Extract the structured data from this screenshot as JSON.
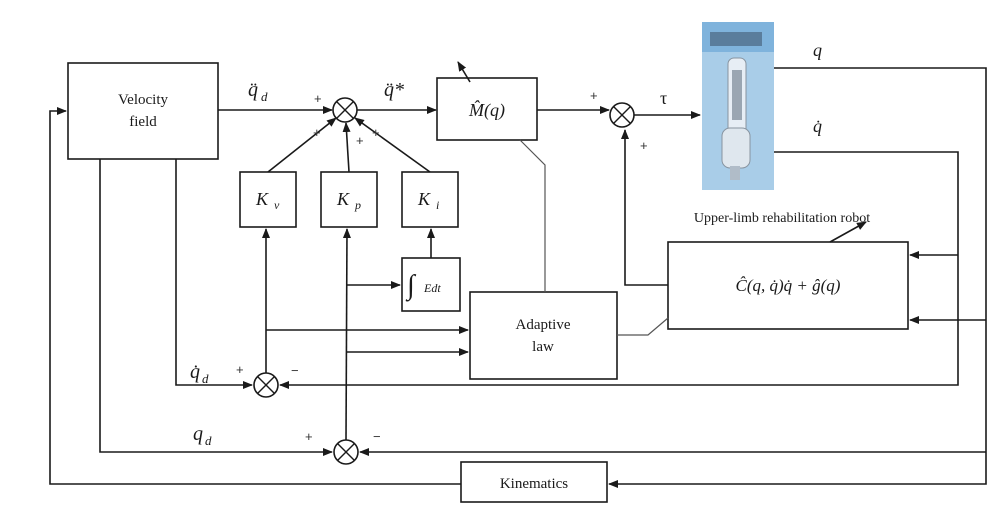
{
  "blocks": {
    "velocity_field": {
      "line1": "Velocity",
      "line2": "field"
    },
    "mass_matrix": "M̂(q)",
    "kv": "K",
    "kv_sub": "v",
    "kp": "K",
    "kp_sub": "p",
    "ki": "K",
    "ki_sub": "i",
    "integral": "Edt",
    "adaptive_law": {
      "line1": "Adaptive",
      "line2": "law"
    },
    "coriolis_gravity": "Ĉ(q, q̇)q̇ + ĝ(q)",
    "kinematics": "Kinematics"
  },
  "robot_caption": "Upper-limb rehabilitation robot",
  "signals": {
    "qdd_d": "q̈",
    "qdd_d_sub": "d",
    "qdd_star": "q̈*",
    "tau": "τ",
    "q_out": "q",
    "qd_out": "q̇",
    "qd_d": "q̇",
    "qd_d_sub": "d",
    "q_d": "q",
    "q_d_sub": "d"
  },
  "signs": {
    "s1_plus_left": "+",
    "s1_plus_a": "+",
    "s1_plus_b": "+",
    "s1_plus_c": "+",
    "s2_plus_top": "+",
    "s2_plus_bottom": "+",
    "s3_plus": "+",
    "s3_minus": "−",
    "s4_plus": "+",
    "s4_minus": "−"
  }
}
